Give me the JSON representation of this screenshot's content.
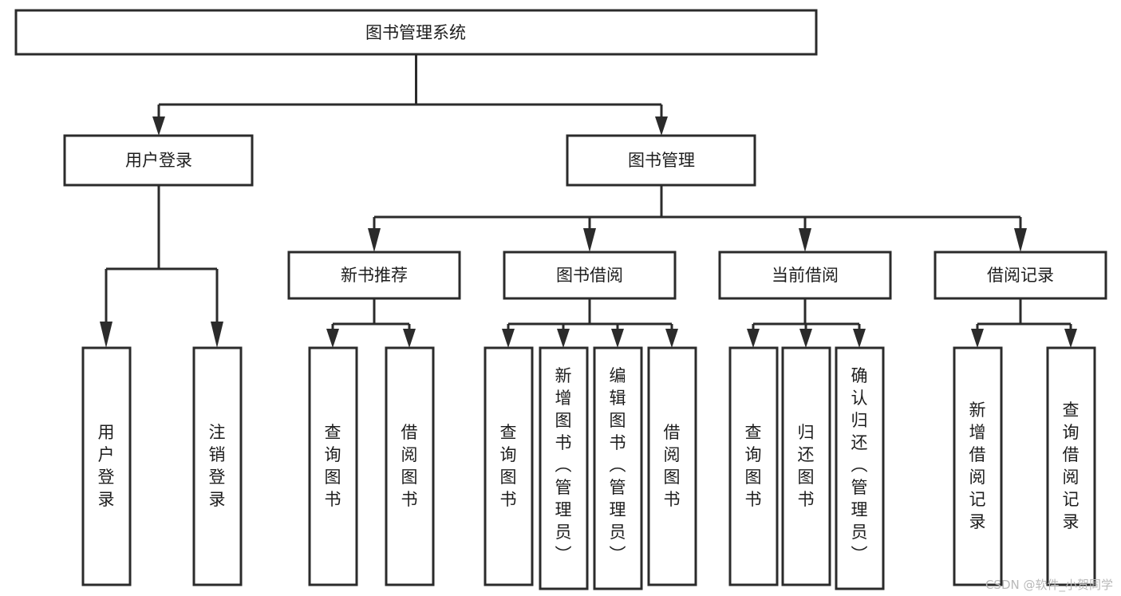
{
  "diagram": {
    "title": "图书管理系统",
    "type": "tree-hierarchy-diagram",
    "colors": {
      "background": "#ffffff",
      "box_fill": "#ffffff",
      "box_stroke": "#2b2b2b",
      "text": "#1d1d1d",
      "watermark": "#b9b9b9"
    },
    "watermark": "CSDN @软件_小贺同学",
    "nodes": {
      "root": {
        "label": "图书管理系统"
      },
      "level1": [
        {
          "label": "用户登录"
        },
        {
          "label": "图书管理"
        }
      ],
      "level2": [
        {
          "label": "新书推荐"
        },
        {
          "label": "图书借阅"
        },
        {
          "label": "当前借阅"
        },
        {
          "label": "借阅记录"
        }
      ],
      "leaves": {
        "user_login": [
          {
            "label": "用户登录"
          },
          {
            "label": "注销登录"
          }
        ],
        "new_book_recommend": [
          {
            "label": "查询图书"
          },
          {
            "label": "借阅图书"
          }
        ],
        "book_borrow": [
          {
            "label": "查询图书"
          },
          {
            "label": "新增图书（管理员）"
          },
          {
            "label": "编辑图书（管理员）"
          },
          {
            "label": "借阅图书"
          }
        ],
        "current_borrow": [
          {
            "label": "查询图书"
          },
          {
            "label": "归还图书"
          },
          {
            "label": "确认归还（管理员）"
          }
        ],
        "borrow_record": [
          {
            "label": "新增借阅记录"
          },
          {
            "label": "查询借阅记录"
          }
        ]
      }
    }
  }
}
